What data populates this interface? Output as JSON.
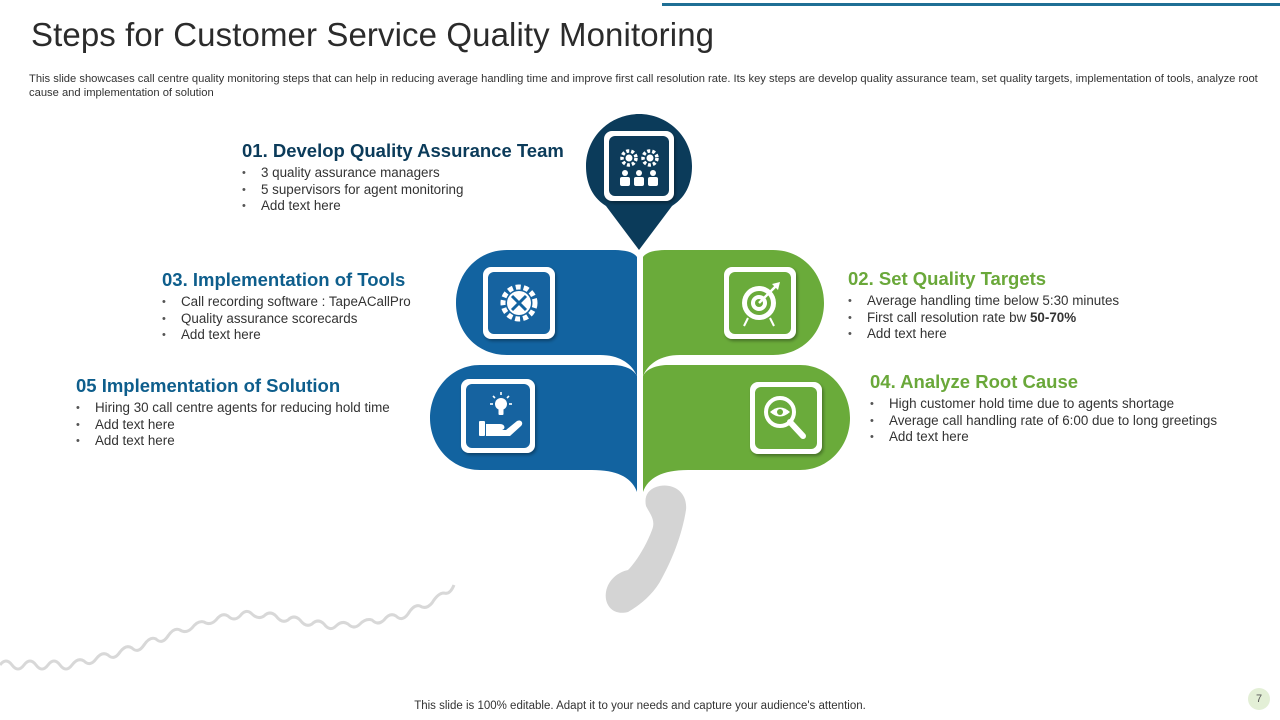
{
  "title": "Steps for Customer Service Quality Monitoring",
  "subtitle": "This slide showcases call centre quality monitoring steps that can help in reducing average handling time and improve first call resolution rate. Its key steps are develop quality assurance team, set quality targets, implementation of tools, analyze root cause and implementation of solution",
  "colors": {
    "navy": "#0b3b5a",
    "blue": "#1263a0",
    "green": "#6aab3a",
    "gray": "#d4d4d4"
  },
  "steps": [
    {
      "heading": "01. Develop Quality Assurance Team",
      "icon": "team-gears-icon",
      "items": [
        "3 quality assurance managers",
        "5 supervisors for agent monitoring",
        "Add text here"
      ]
    },
    {
      "heading": "02. Set Quality Targets",
      "icon": "target-icon",
      "items": [
        "Average handling time below 5:30 minutes",
        "First call resolution rate bw ",
        "Add text here"
      ],
      "bold_suffix": "50-70%"
    },
    {
      "heading": "03. Implementation of Tools",
      "icon": "tools-gear-icon",
      "items": [
        "Call recording software : TapeACallPro",
        "Quality assurance scorecards",
        "Add text here"
      ]
    },
    {
      "heading": "04. Analyze Root Cause",
      "icon": "magnifier-eye-icon",
      "items": [
        "High customer hold time due to agents shortage",
        "Average call handling rate of 6:00 due to long greetings",
        "Add text here"
      ]
    },
    {
      "heading": "05 Implementation of Solution",
      "icon": "hand-idea-icon",
      "items": [
        "Hiring 30 call centre agents for reducing hold time",
        "Add text here",
        "Add text here"
      ]
    }
  ],
  "footer": "This slide is 100% editable. Adapt it to your needs and capture your audience's attention.",
  "page_number": "7"
}
